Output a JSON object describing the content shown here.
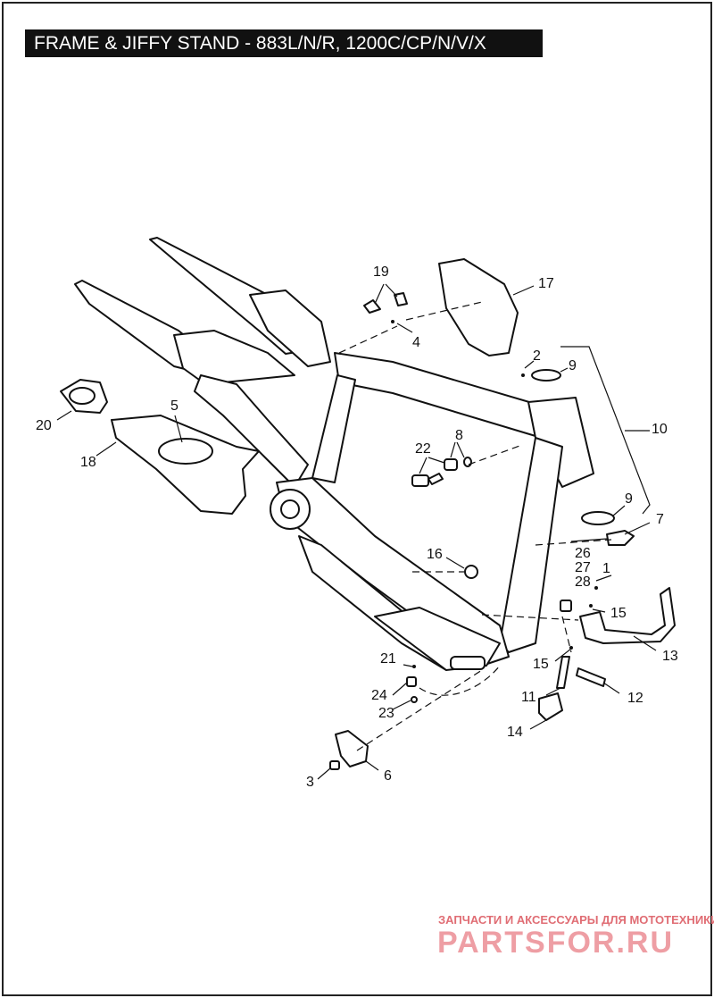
{
  "title": "FRAME & JIFFY STAND - 883L/N/R, 1200C/CP/N/V/X",
  "callouts": {
    "c1": "1",
    "c2": "2",
    "c3": "3",
    "c4": "4",
    "c5": "5",
    "c6": "6",
    "c7": "7",
    "c8": "8",
    "c9a": "9",
    "c9b": "9",
    "c10": "10",
    "c11": "11",
    "c12": "12",
    "c13": "13",
    "c14": "14",
    "c15a": "15",
    "c15b": "15",
    "c16": "16",
    "c17": "17",
    "c18": "18",
    "c19": "19",
    "c20": "20",
    "c21": "21",
    "c22": "22",
    "c23": "23",
    "c24": "24",
    "c26": "26",
    "c27": "27",
    "c28": "28"
  },
  "watermark": {
    "tagline": "ЗАПЧАСТИ И АКСЕССУАРЫ ДЛЯ МОТОТЕХНИКИ",
    "logo": "PARTSFOR.RU"
  }
}
